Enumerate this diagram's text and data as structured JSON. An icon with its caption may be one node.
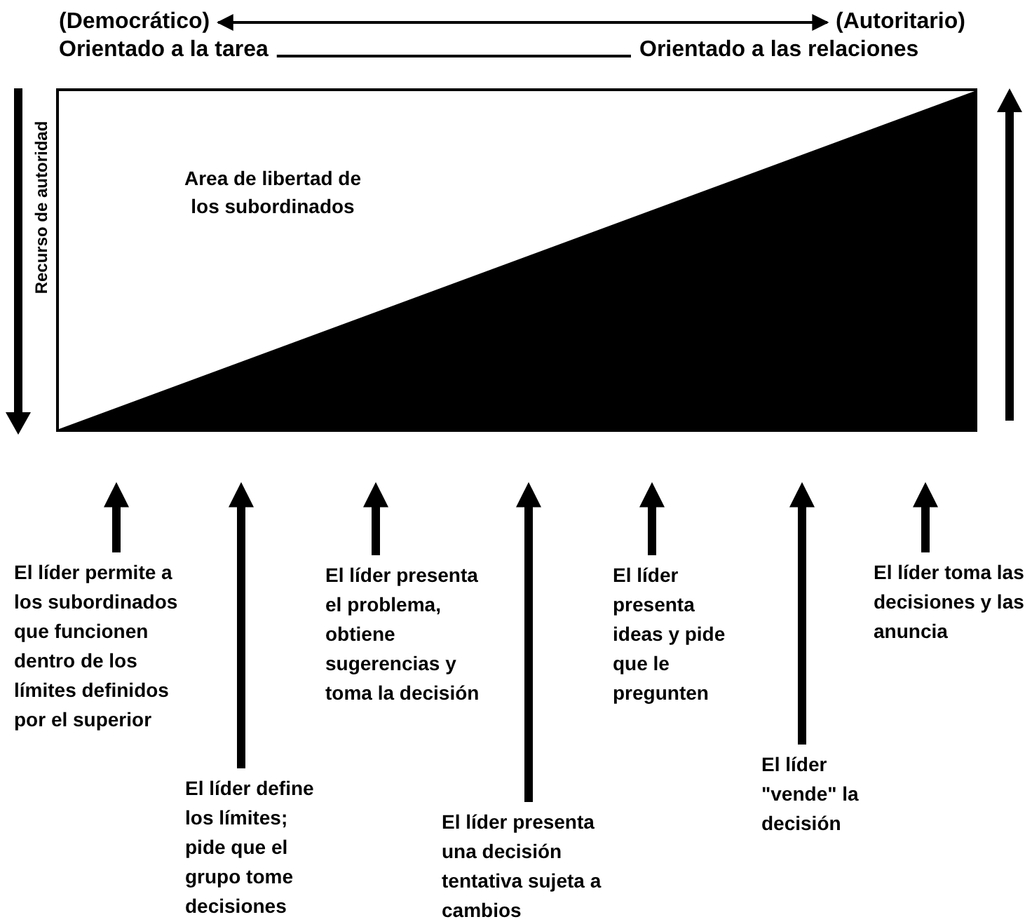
{
  "diagram": {
    "nodes": [
      {
        "text": [
          "(Democrático)"
        ]
      },
      {
        "text": [
          "(Autoritario)"
        ]
      },
      {
        "text": [
          "Orientado a la tarea"
        ]
      },
      {
        "text": [
          "Orientado a las relaciones"
        ]
      },
      {
        "text": [
          "Area de libertad de los subordinados"
        ],
        "beside": [
          "Recurso de autoridad"
        ]
      },
      {
        "text": [
          "El líder permite a los subordinados que funcionen dentro de los límites definidos por el superior"
        ]
      },
      {
        "text": [
          "El líder define los límites; pide que el grupo tome decisiones"
        ]
      },
      {
        "text": [
          "El líder presenta el problema, obtiene sugerencias y toma la decisión"
        ]
      },
      {
        "text": [
          "El líder presenta una decisión tentativa sujeta a cambios"
        ]
      },
      {
        "text": [
          "El líder presenta ideas y pide que le pregunten"
        ]
      },
      {
        "text": [
          "El líder \"vende\" la decisión"
        ]
      },
      {
        "text": [
          "El líder toma las decisiones y las anuncia"
        ]
      }
    ],
    "edges": [
      {
        "from": 0,
        "to": 1,
        "arrow": "both"
      },
      {
        "from": 2,
        "to": 3,
        "arrow": "none"
      },
      {
        "from": 5,
        "to": null,
        "arrow": "to"
      },
      {
        "from": 6,
        "to": null,
        "arrow": "to"
      },
      {
        "from": 7,
        "to": null,
        "arrow": "to"
      },
      {
        "from": 8,
        "to": null,
        "arrow": "to"
      },
      {
        "from": 9,
        "to": null,
        "arrow": "to"
      },
      {
        "from": 10,
        "to": null,
        "arrow": "to"
      },
      {
        "from": 11,
        "to": null,
        "arrow": "to"
      }
    ]
  }
}
